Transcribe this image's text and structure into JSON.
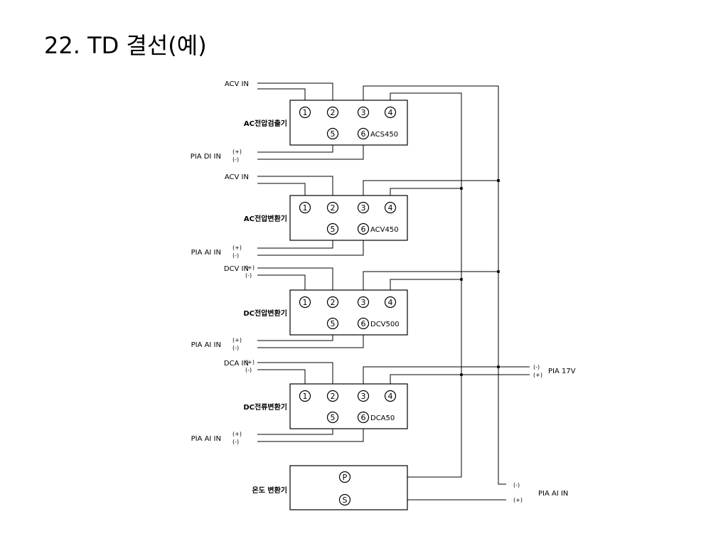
{
  "title": "22. TD 결선(예)",
  "modules": [
    {
      "name": "AC전압검출기",
      "model": "ACS450",
      "terminals": [
        "1",
        "2",
        "3",
        "4",
        "5",
        "6"
      ],
      "input_label": "ACV  IN",
      "input_pos": "",
      "input_neg": "",
      "output_label": "PIA DI IN",
      "output_pos": "(+)",
      "output_neg": "(-)"
    },
    {
      "name": "AC전압변환기",
      "model": "ACV450",
      "terminals": [
        "1",
        "2",
        "3",
        "4",
        "5",
        "6"
      ],
      "input_label": "ACV  IN",
      "input_pos": "",
      "input_neg": "",
      "output_label": "PIA AI IN",
      "output_pos": "(+)",
      "output_neg": "(-)"
    },
    {
      "name": "DC전압변환기",
      "model": "DCV500",
      "terminals": [
        "1",
        "2",
        "3",
        "4",
        "5",
        "6"
      ],
      "input_label": "DCV  IN",
      "input_pos": "(+)",
      "input_neg": "(-)",
      "output_label": "PIA AI IN",
      "output_pos": "(+)",
      "output_neg": "(-)"
    },
    {
      "name": "DC전류변환기",
      "model": "DCA50",
      "terminals": [
        "1",
        "2",
        "3",
        "4",
        "5",
        "6"
      ],
      "input_label": "DCA  IN",
      "input_pos": "(+)",
      "input_neg": "(-)",
      "output_label": "PIA AI IN",
      "output_pos": "(+)",
      "output_neg": "(-)"
    }
  ],
  "power": {
    "label": "PIA 17V",
    "neg": "(-)",
    "pos": "(+)"
  },
  "temp_module": {
    "name": "온도 변환기",
    "terminal_p": "P",
    "terminal_s": "S",
    "output_label": "PIA AI IN",
    "neg": "(-)",
    "pos": "(+)"
  }
}
